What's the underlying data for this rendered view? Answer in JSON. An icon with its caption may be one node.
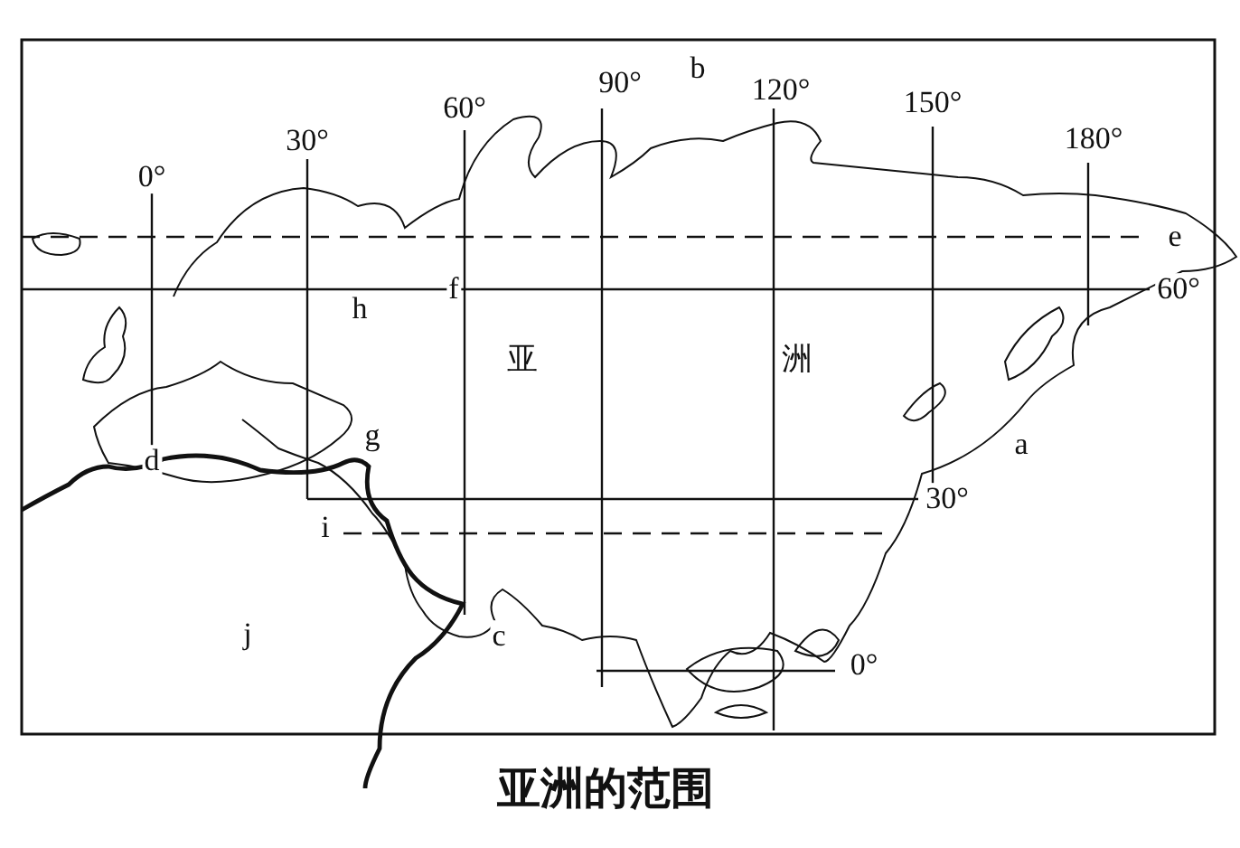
{
  "diagram": {
    "title": "亚洲的范围",
    "labels": [
      "90°",
      "b",
      "120°",
      "150°",
      "60°",
      "180°",
      "30°",
      "0°",
      "e",
      "f",
      "60°",
      "h",
      "亚",
      "洲",
      "a",
      "d",
      "g",
      "30°",
      "i",
      "j",
      "c",
      "0°"
    ]
  }
}
